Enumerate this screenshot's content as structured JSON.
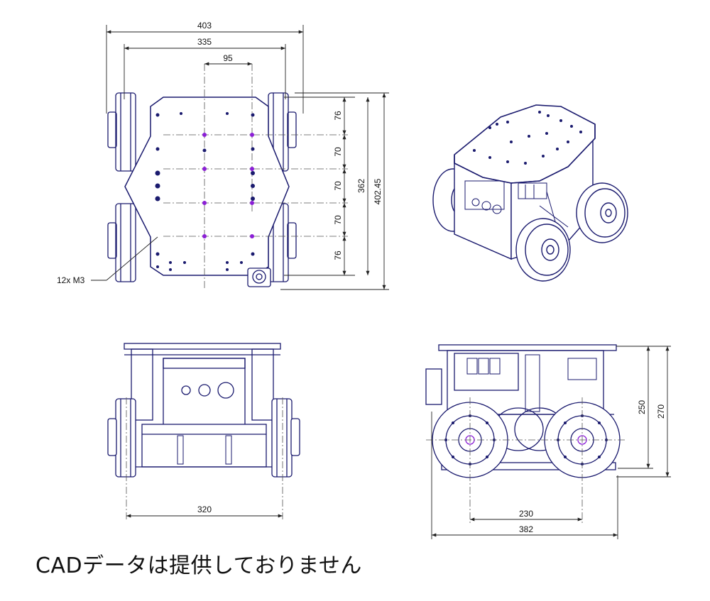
{
  "dimensions": {
    "top_width_overall": "403",
    "top_width_wheels": "335",
    "top_hole_spacing": "95",
    "hole_pitch_1": "76",
    "hole_pitch_2": "70",
    "hole_pitch_3": "70",
    "hole_pitch_4": "70",
    "hole_pitch_5": "76",
    "top_length_plate": "362",
    "top_length_overall": "402.45",
    "front_track": "320",
    "side_wheelbase": "230",
    "side_length_overall": "382",
    "side_height_plate": "250",
    "side_height_overall": "270"
  },
  "callouts": {
    "screw_holes": "12x M3"
  },
  "footer_note": "CADデータは提供しておりません",
  "colors": {
    "line": "#1a1a6e",
    "dimension": "#222222",
    "holes_highlight": "#8b1fd6",
    "background": "#ffffff"
  }
}
